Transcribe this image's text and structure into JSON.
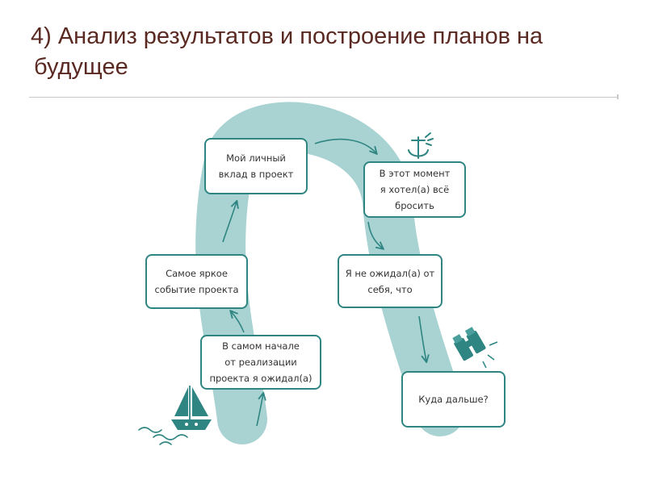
{
  "title": {
    "line1": "4) Анализ результатов и построение планов на",
    "line2": "будущее"
  },
  "diagram": {
    "steps": [
      "В самом начале\nот реализации\nпроекта я ожидал(а)",
      "Самое яркое\nсобытие  проекта",
      "Мой личный\nвклад в проект",
      "В этот момент\nя хотел(а) всё\nбросить",
      "Я не ожидал(а) от\nсебя, что",
      "Куда дальше?"
    ],
    "icons": [
      "sailboat-icon",
      "waves-icon",
      "anchor-icon",
      "binoculars-icon"
    ],
    "colors": {
      "accent": "#2e8582",
      "river": "#a8d3d2",
      "title": "#5a2a22"
    }
  }
}
